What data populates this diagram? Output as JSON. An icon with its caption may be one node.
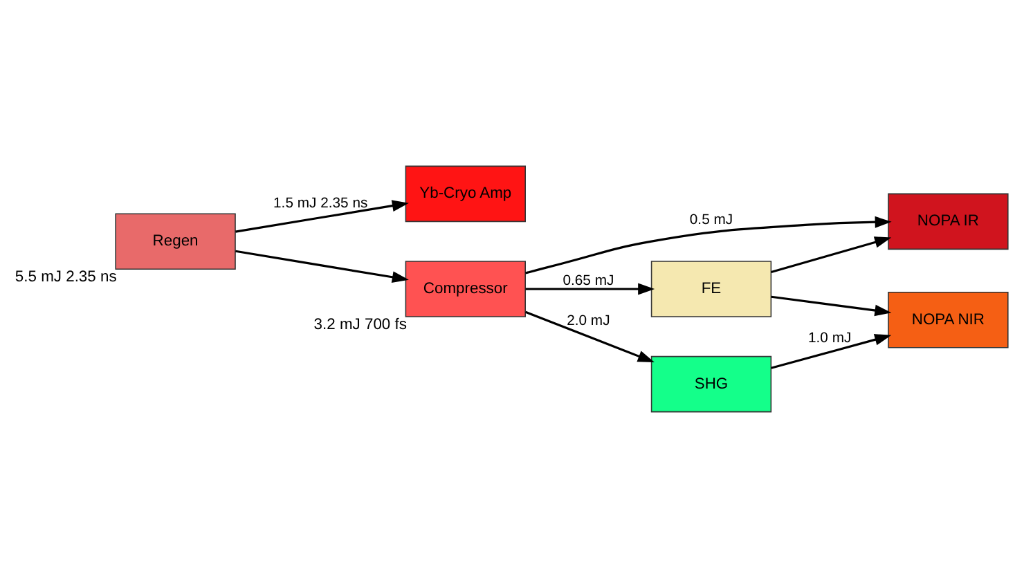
{
  "diagram": {
    "nodes": [
      {
        "text": [
          "Regen"
        ],
        "beside": [
          "5.5 mJ 2.35 ns"
        ]
      },
      {
        "text": [
          "Yb-Cryo Amp"
        ]
      },
      {
        "text": [
          "Compressor"
        ],
        "beside": [
          "3.2 mJ 700 fs"
        ]
      },
      {
        "text": [
          "FE"
        ]
      },
      {
        "text": [
          "SHG"
        ]
      },
      {
        "text": [
          "NOPA IR"
        ]
      },
      {
        "text": [
          "NOPA NIR"
        ]
      }
    ],
    "edges": [
      {
        "from": 0,
        "to": 1,
        "arrow": "to",
        "label": "1.5 mJ 2.35 ns"
      },
      {
        "from": 0,
        "to": 2,
        "arrow": "to"
      },
      {
        "from": 2,
        "to": 3,
        "arrow": "to",
        "label": "0.65 mJ"
      },
      {
        "from": 2,
        "to": 5,
        "arrow": "to",
        "label": "0.5 mJ"
      },
      {
        "from": 2,
        "to": 4,
        "arrow": "to",
        "label": "2.0 mJ"
      },
      {
        "from": 3,
        "to": 5,
        "arrow": "to"
      },
      {
        "from": 3,
        "to": 6,
        "arrow": "to"
      },
      {
        "from": 4,
        "to": 6,
        "arrow": "to",
        "label": "1.0 mJ"
      }
    ]
  }
}
